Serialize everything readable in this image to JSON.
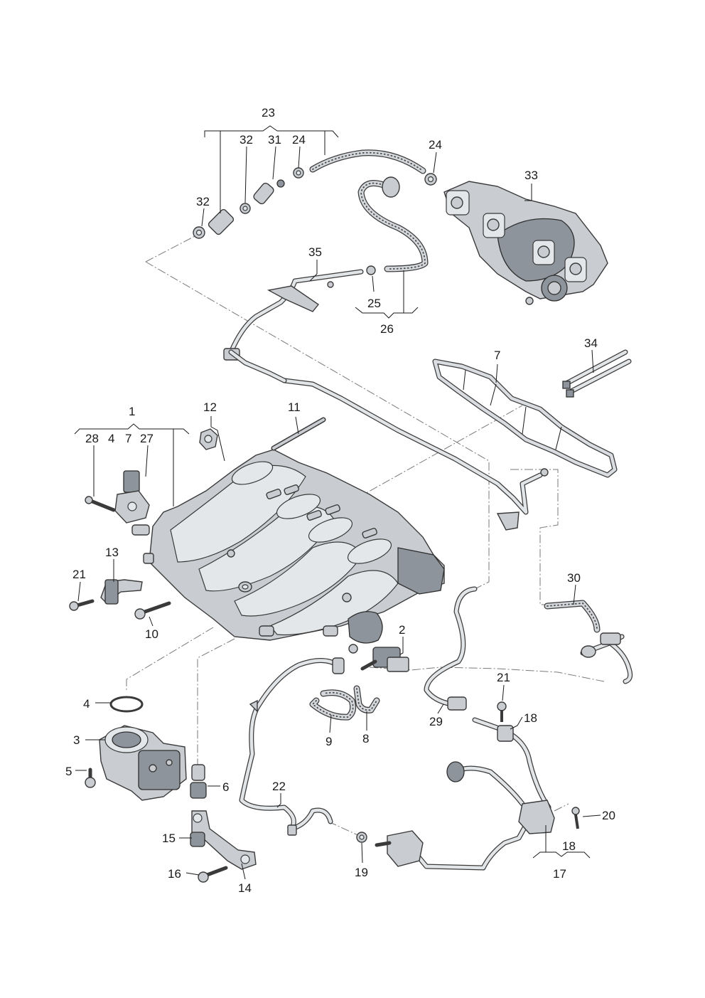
{
  "callouts": {
    "c1": "1",
    "c2": "2",
    "c3": "3",
    "c4a": "4",
    "c4b": "4",
    "c5": "5",
    "c6": "6",
    "c7a": "7",
    "c7b": "7",
    "c8": "8",
    "c9": "9",
    "c10": "10",
    "c11": "11",
    "c12": "12",
    "c13": "13",
    "c14": "14",
    "c15": "15",
    "c16": "16",
    "c17": "17",
    "c18a": "18",
    "c18b": "18",
    "c19": "19",
    "c20": "20",
    "c21a": "21",
    "c21b": "21",
    "c22": "22",
    "c23": "23",
    "c24a": "24",
    "c24b": "24",
    "c25": "25",
    "c26": "26",
    "c27": "27",
    "c28": "28",
    "c29": "29",
    "c30": "30",
    "c31": "31",
    "c32a": "32",
    "c32b": "32",
    "c33": "33",
    "c34": "34",
    "c35": "35"
  }
}
